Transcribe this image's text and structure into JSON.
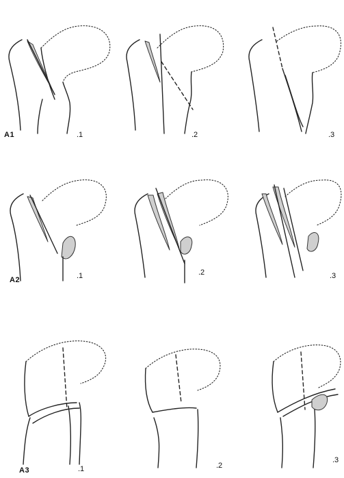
{
  "figure": {
    "rows": [
      {
        "label": "A1",
        "subtypes": [
          ".1",
          ".2",
          ".3"
        ]
      },
      {
        "label": "A2",
        "subtypes": [
          ".1",
          ".2",
          ".3"
        ]
      },
      {
        "label": "A3",
        "subtypes": [
          ".1",
          ".2",
          ".3"
        ]
      }
    ]
  }
}
